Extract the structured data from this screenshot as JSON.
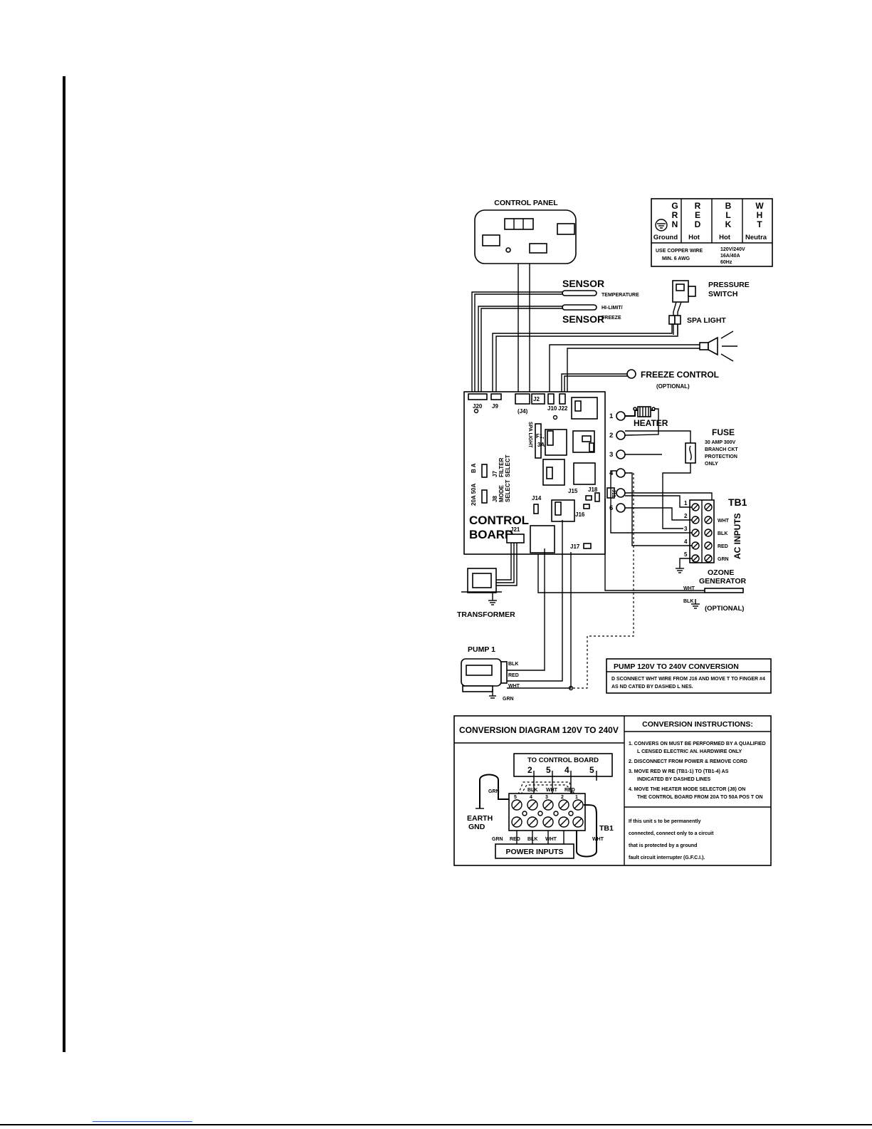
{
  "labels": {
    "control_panel": "CONTROL PANEL",
    "sensor_top": "SENSOR",
    "temperature": "TEMPERATURE",
    "hi_limit": "HI-LIMIT/",
    "sensor_bottom": "SENSOR",
    "freeze": "FREEZE",
    "pressure": "PRESSURE",
    "switch": "SWITCH",
    "spa_light": "SPA LIGHT",
    "freeze_control": "FREEZE CONTROL",
    "optional": "(OPTIONAL)",
    "heater": "HEATER",
    "fuse": "FUSE",
    "fuse_l1": "30 AMP 300V",
    "fuse_l2": "BRANCH CKT",
    "fuse_l3": "PROTECTION",
    "fuse_l4": "ONLY",
    "tb1": "TB1",
    "ac_inputs": "AC INPUTS",
    "ozone": "OZONE",
    "generator": "GENERATOR",
    "ozone_optional": "(OPTIONAL)",
    "control": "CONTROL",
    "board": "BOARD",
    "transformer": "TRANSFORMER",
    "pump1": "PUMP 1",
    "spa_light_board": "SPA LIGHT",
    "f1": "F1,",
    "f1_amp": "3A",
    "filter": "FILTER",
    "select": "SELECT",
    "mode": "MODE",
    "mode_select": "SELECT",
    "ba": "B A",
    "amps": "20A 50A"
  },
  "connectors": [
    "J20",
    "J9",
    "(J4)",
    "J2",
    "J10",
    "J22",
    "J7",
    "J8",
    "J14",
    "J15",
    "J18",
    "J16",
    "J17",
    "J21",
    "J11"
  ],
  "terminals": [
    "1",
    "2",
    "3",
    "4",
    "5",
    "6"
  ],
  "tb1_rows": [
    {
      "num": "1",
      "wire": ""
    },
    {
      "num": "2",
      "wire": "WHT"
    },
    {
      "num": "3",
      "wire": "BLK"
    },
    {
      "num": "4",
      "wire": "RED"
    },
    {
      "num": "5",
      "wire": "GRN"
    }
  ],
  "wires": {
    "blk": "BLK",
    "red": "RED",
    "wht": "WHT",
    "grn": "GRN"
  },
  "legend": {
    "columns": [
      {
        "code": [
          "G",
          "R",
          "N"
        ],
        "label": "Ground"
      },
      {
        "code": [
          "R",
          "E",
          "D"
        ],
        "label": "Hot"
      },
      {
        "code": [
          "B",
          "L",
          "K"
        ],
        "label": "Hot"
      },
      {
        "code": [
          "W",
          "H",
          "T"
        ],
        "label": "Neutra"
      }
    ],
    "copper_l1": "USE COPPER WIRE",
    "copper_l2": "MIN. 6 AWG",
    "rating_l1": "120V/240V",
    "rating_l2": "16A/40A",
    "rating_l3": "60Hz"
  },
  "pump_conversion": {
    "title": "PUMP 120V TO 240V CONVERSION",
    "line1": "D SCONNECT WHT WIRE FROM J16 AND MOVE  T TO FINGER #4",
    "line2": "AS  ND CATED BY DASHED L NES."
  },
  "conversion": {
    "title": "CONVERSION DIAGRAM 120V TO 240V",
    "to_board": "TO CONTROL BOARD",
    "top_numbers": [
      "2",
      "5",
      "4",
      "5"
    ],
    "top_wires": [
      "GRN",
      "BLK",
      "WHT",
      "RED"
    ],
    "terminal_nums": [
      "5",
      "4",
      "3",
      "2",
      "1"
    ],
    "bottom_wires": [
      "GRN",
      "RED",
      "BLK",
      "WHT"
    ],
    "power_inputs": "POWER INPUTS",
    "earth": "EARTH",
    "gnd": "GND",
    "tb1": "TB1",
    "wht": "WHT"
  },
  "instructions": {
    "title": "CONVERSION INSTRUCTIONS:",
    "items": [
      "1. CONVERS ON MUST BE PERFORMED BY A QUALIFIED",
      "L CENSED ELECTRIC AN. HARDWIRE ONLY",
      "2. DISCONNECT FROM POWER & REMOVE CORD",
      "3. MOVE RED W RE (TB1-1) TO (TB1-4) AS",
      "INDICATED BY DASHED LINES",
      "4. MOVE THE HEATER MODE SELECTOR (J8) ON",
      "THE CONTROL BOARD FROM 20A TO 50A POS T ON"
    ],
    "note": [
      "If this unit  s to be permanently",
      "connected, connect only to a circuit",
      "that is protected by a ground",
      "fault circuit interrupter (G.F.C.I.)."
    ]
  }
}
